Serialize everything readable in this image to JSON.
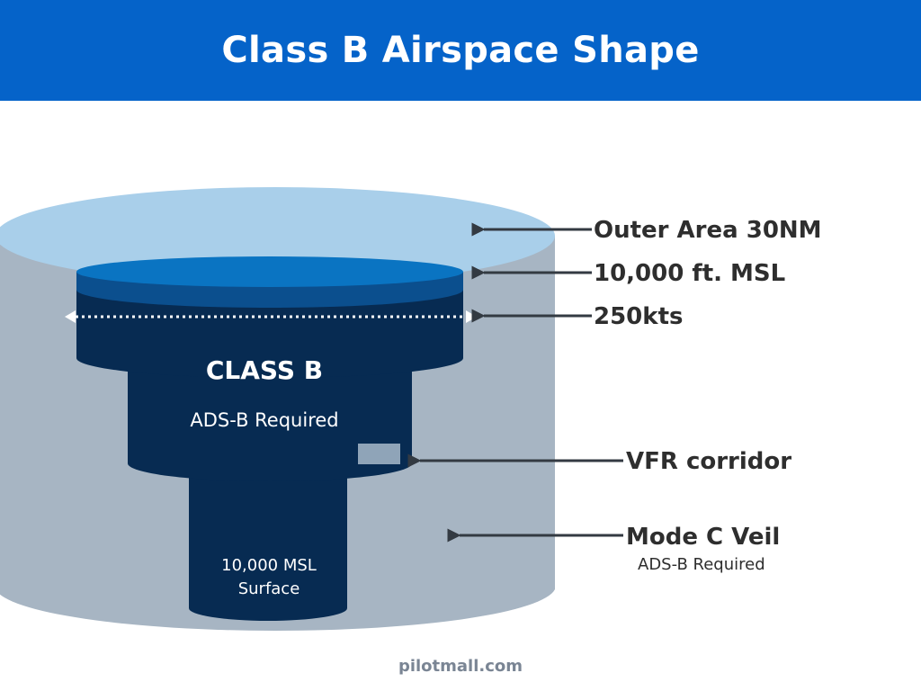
{
  "header": {
    "title": "Class B Airspace Shape"
  },
  "diagram": {
    "inner_labels": {
      "class_name": "CLASS B",
      "requirement": "ADS-B Required",
      "core_top": "10,000 MSL",
      "core_bottom": "Surface"
    },
    "callouts": {
      "outer_area": "Outer Area 30NM",
      "ceiling": "10,000 ft. MSL",
      "speed": "250kts",
      "vfr_corridor": "VFR corridor",
      "mode_c_veil": "Mode C Veil",
      "mode_c_requirement": "ADS-B Required"
    },
    "colors": {
      "header": "#0563c9",
      "veil_top": "#a9cfea",
      "veil_body": "#a7b5c3",
      "class_b_dark": "#072b52",
      "class_b_top": "#0a74c2",
      "vfr_corridor": "#8fa4b8",
      "arrows": "#333a42"
    }
  },
  "footer": {
    "credit": "pilotmall.com"
  }
}
